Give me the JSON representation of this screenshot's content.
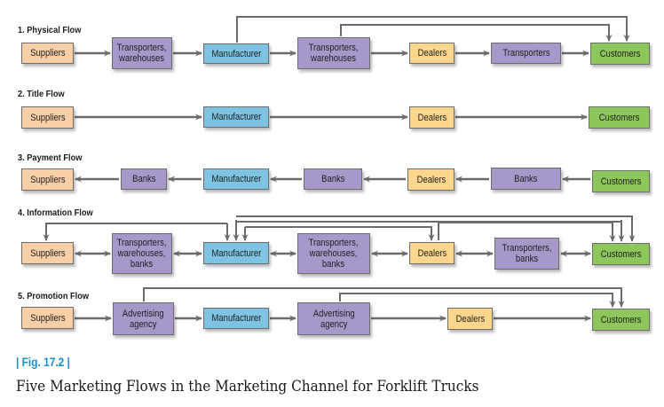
{
  "colors": {
    "supplier": "#f9cfa8",
    "intermediary": "#a699ca",
    "manufacturer": "#7ec3e1",
    "dealer": "#fcd68c",
    "customer": "#8dc65a",
    "arrow": "#6b6b6b",
    "figure_number": "#1b8fc7"
  },
  "flows": [
    {
      "title": "1. Physical Flow",
      "nodes": [
        "Suppliers",
        "Transporters,\nwarehouses",
        "Manufacturer",
        "Transporters,\nwarehouses",
        "Dealers",
        "Transporters",
        "Customers"
      ],
      "direction": "forward",
      "bypass_links": [
        {
          "from": "Manufacturer",
          "to": "Customers"
        },
        {
          "from": "Transporters, warehouses",
          "to": "Customers"
        }
      ]
    },
    {
      "title": "2. Title Flow",
      "nodes": [
        "Suppliers",
        "Manufacturer",
        "Dealers",
        "Customers"
      ],
      "direction": "forward"
    },
    {
      "title": "3. Payment Flow",
      "nodes": [
        "Suppliers",
        "Banks",
        "Manufacturer",
        "Banks",
        "Dealers",
        "Banks",
        "Customers"
      ],
      "direction": "backward"
    },
    {
      "title": "4. Information Flow",
      "nodes": [
        "Suppliers",
        "Transporters,\nwarehouses,\nbanks",
        "Manufacturer",
        "Transporters,\nwarehouses,\nbanks",
        "Dealers",
        "Transporters,\nbanks",
        "Customers"
      ],
      "direction": "bidirectional",
      "bypass_links": [
        {
          "from": "Manufacturer",
          "to": "Suppliers"
        },
        {
          "from": "Customers",
          "to": "Manufacturer"
        },
        {
          "from": "Dealers",
          "to": "Manufacturer"
        },
        {
          "from": "Manufacturer",
          "to": "Dealers"
        },
        {
          "from": "Dealers",
          "to": "Customers"
        },
        {
          "from": "Manufacturer",
          "to": "Customers"
        }
      ]
    },
    {
      "title": "5. Promotion Flow",
      "nodes": [
        "Suppliers",
        "Advertising\nagency",
        "Manufacturer",
        "Advertising\nagency",
        "Dealers",
        "Customers"
      ],
      "direction": "forward",
      "bypass_links": [
        {
          "from": "Advertising agency (supplier side)",
          "to": "Customers"
        },
        {
          "from": "Advertising agency (manufacturer side)",
          "to": "Customers"
        }
      ]
    }
  ],
  "figure": {
    "number": "| Fig.  17.2 |",
    "title": "Five Marketing Flows in the Marketing Channel for Forklift Trucks"
  }
}
